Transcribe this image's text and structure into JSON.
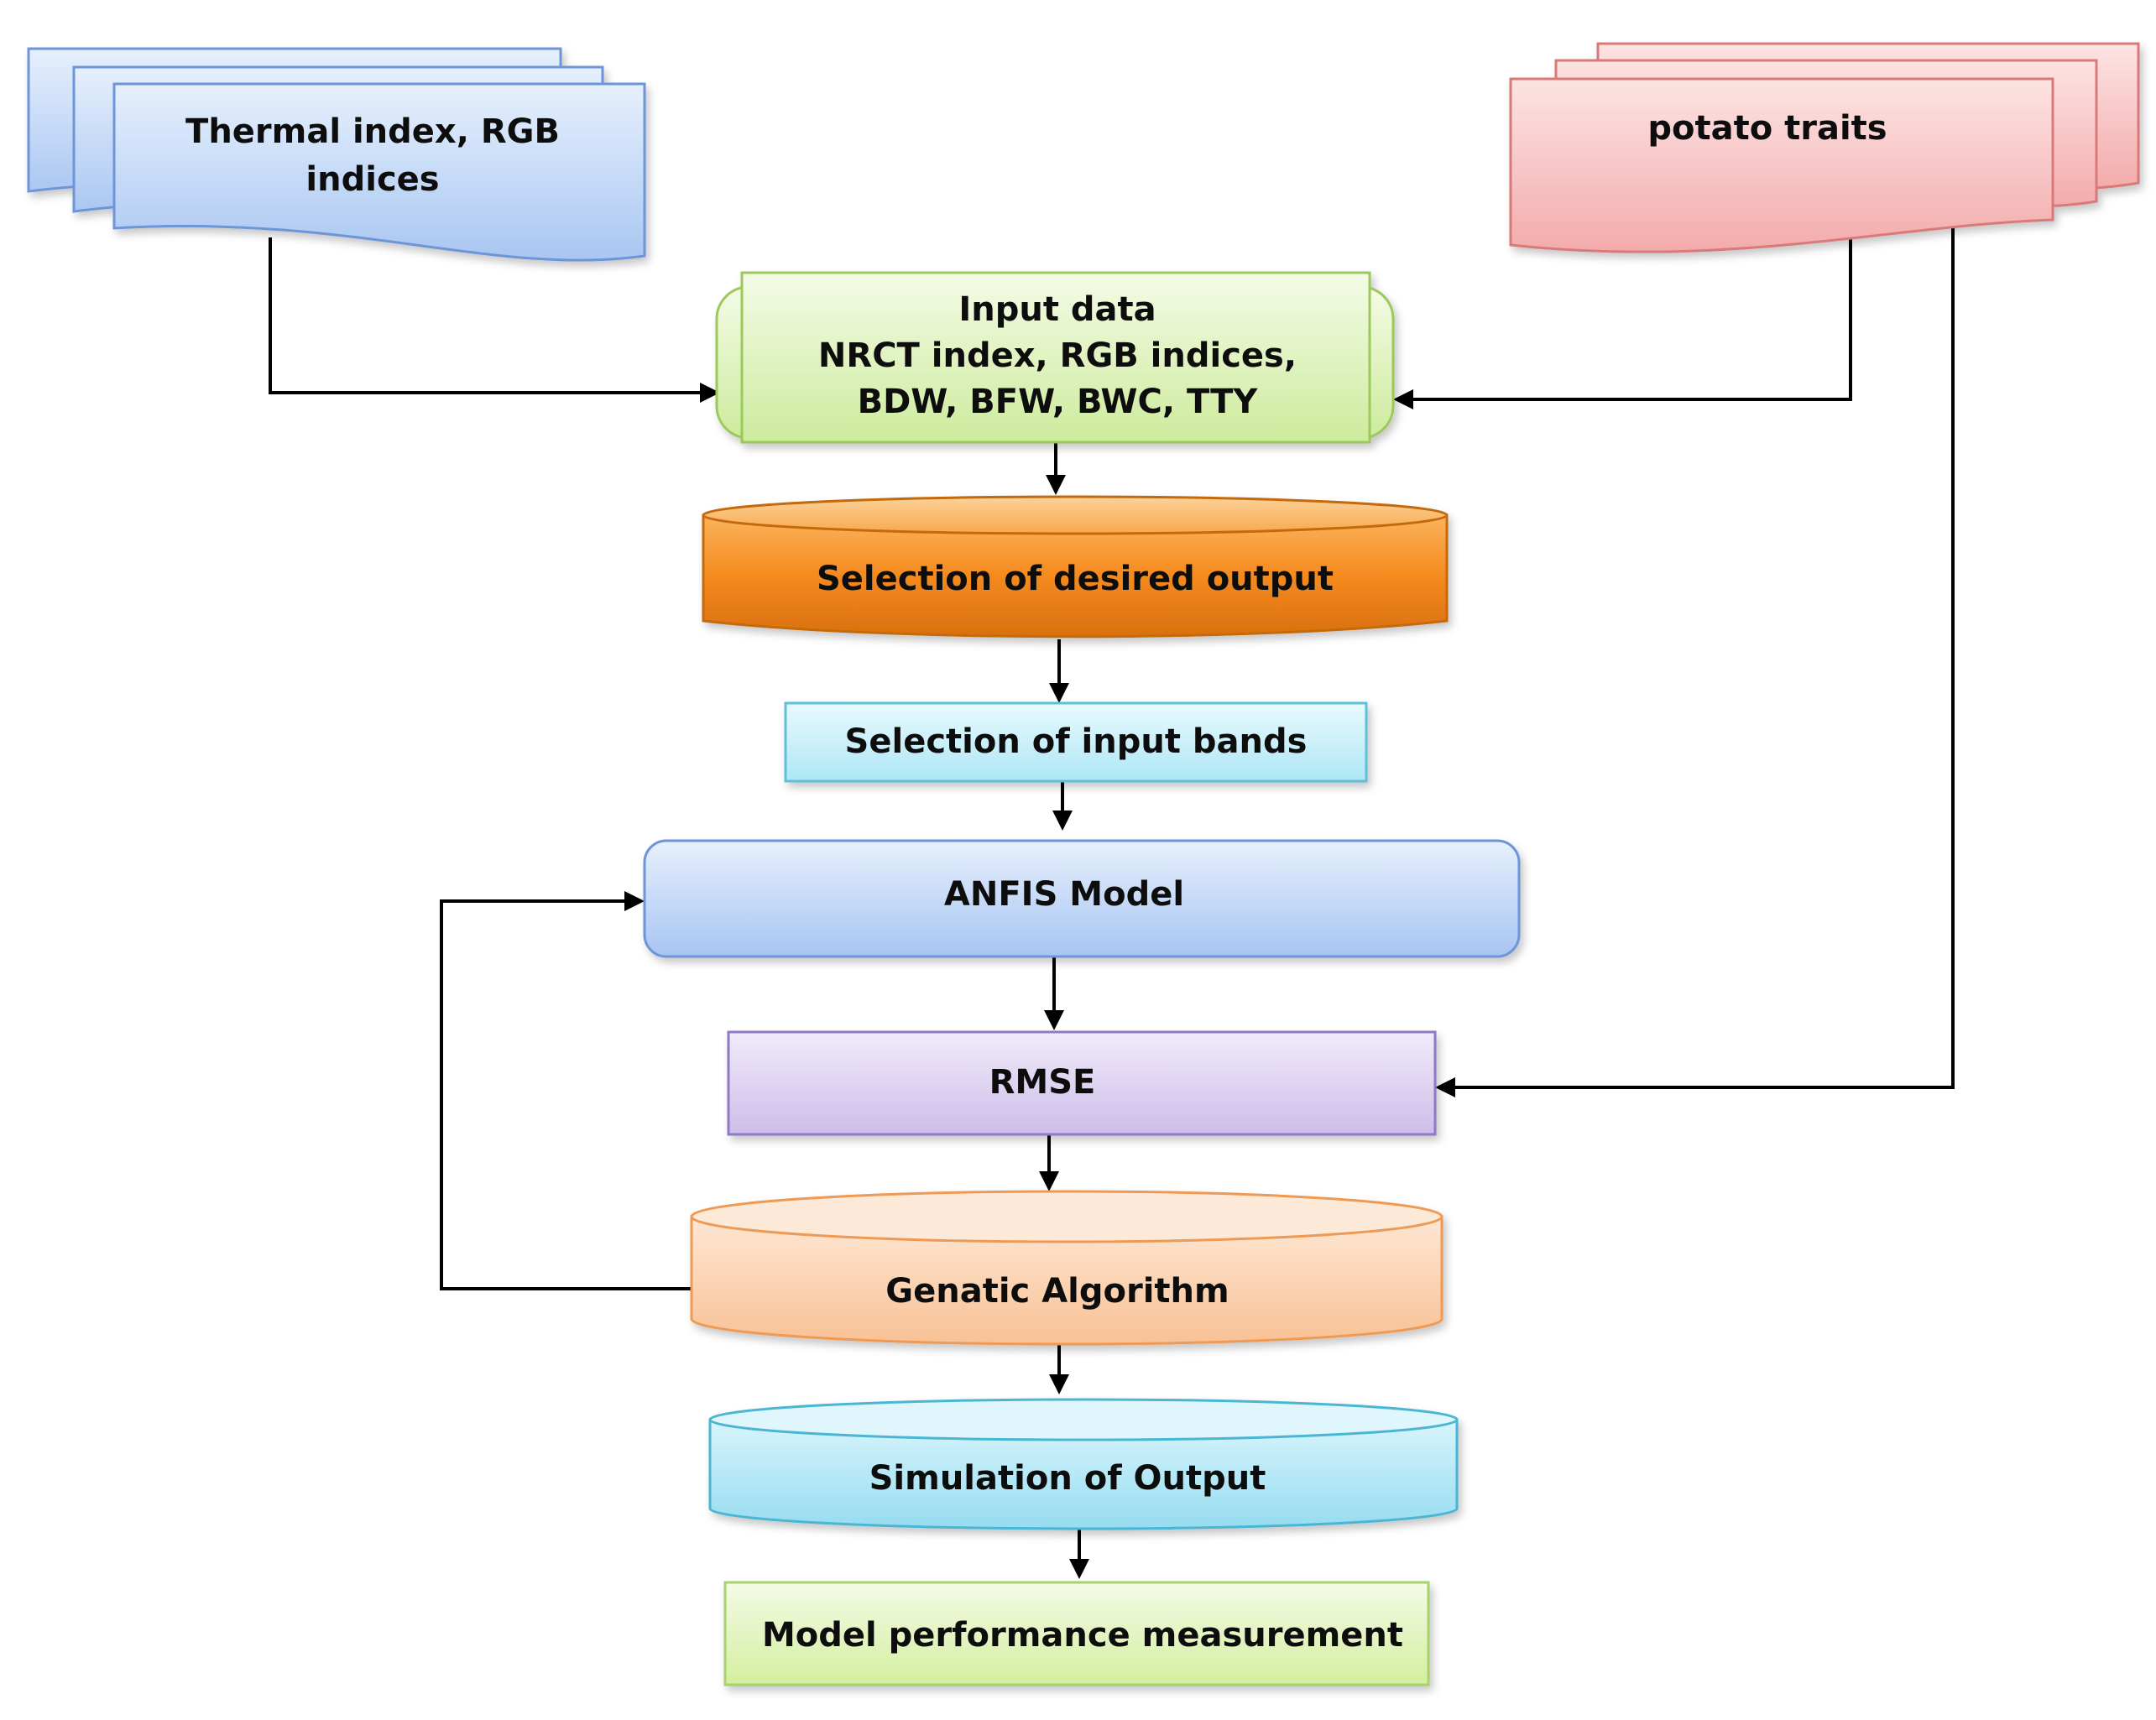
{
  "diagram": {
    "thermal_doc": {
      "line1": "Thermal index, RGB",
      "line2": "indices"
    },
    "potato_doc": {
      "label": "potato traits"
    },
    "input_data": {
      "line1": "Input data",
      "line2": "NRCT index, RGB indices,",
      "line3": "BDW, BFW, BWC, TTY"
    },
    "selection_output": {
      "label": "Selection of desired output"
    },
    "selection_bands": {
      "label": "Selection of input bands"
    },
    "anfis": {
      "label": "ANFIS Model"
    },
    "rmse": {
      "label": "RMSE"
    },
    "genetic": {
      "label": "Genatic Algorithm"
    },
    "simulation": {
      "label": "Simulation of Output"
    },
    "performance": {
      "label": "Model performance measurement"
    }
  }
}
